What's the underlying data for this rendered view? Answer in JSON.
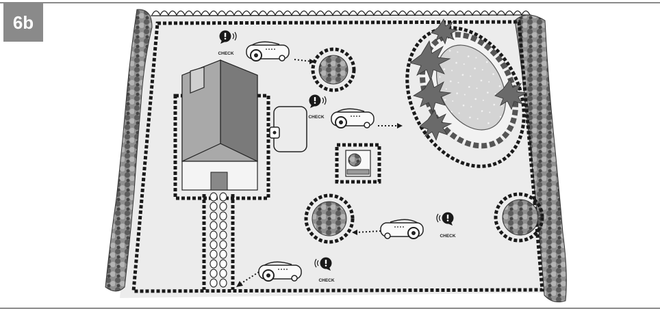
{
  "figure_label": "6b",
  "check_labels": [
    "CHECK",
    "CHECK",
    "CHECK",
    "CHECK"
  ],
  "colors": {
    "lawn": "#ececec",
    "frame": "#8a8a8a",
    "wire": "#1a1a1a",
    "roof_dark": "#7a7a7a",
    "roof_light": "#a9a9a9",
    "bush": "#6e6e6e"
  }
}
